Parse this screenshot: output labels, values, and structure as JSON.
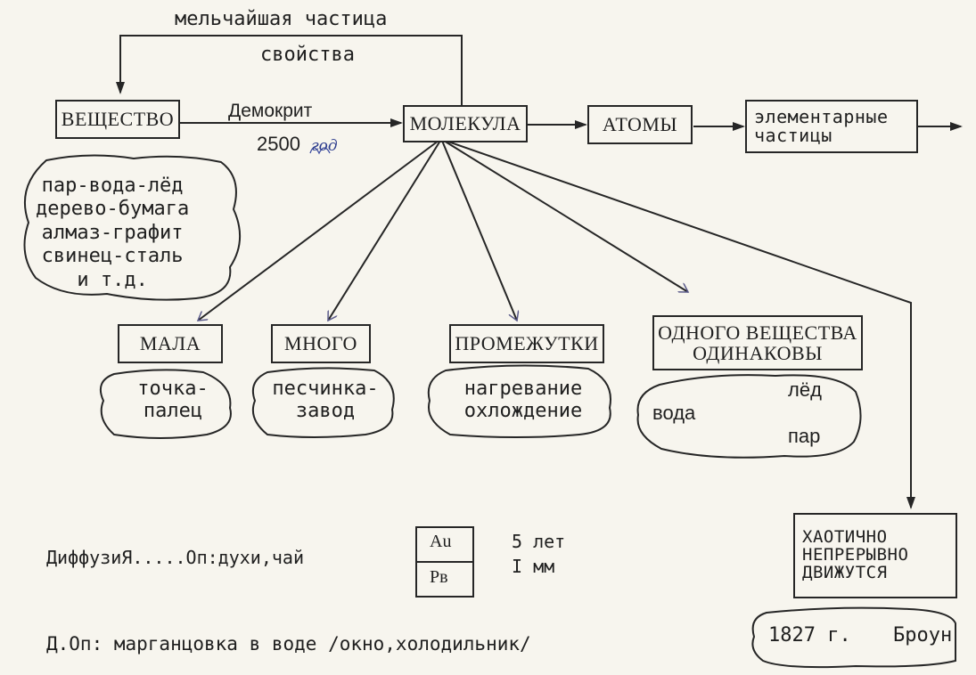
{
  "top_loop": {
    "line1": "мельчайшая частица",
    "line2": "свойства"
  },
  "edge_label": {
    "name": "Демокрит",
    "year": "2500",
    "year_note": "год"
  },
  "boxes": {
    "substance": "ВЕЩЕСТВО",
    "molecule": "МОЛЕКУЛА",
    "atoms": "АТОМЫ",
    "elementary": [
      "элементарные",
      "частицы"
    ],
    "small": "МАЛА",
    "many": "МНОГО",
    "gaps": "ПРОМЕЖУТКИ",
    "same": [
      "ОДНОГО ВЕЩЕСТВА",
      "ОДИНАКОВЫ"
    ],
    "chaotic": [
      "ХАОТИЧНО",
      "НЕПРЕРЫВНО",
      "ДВИЖУТСЯ"
    ]
  },
  "clouds": {
    "examples": [
      "пар-вода-лёд",
      "дерево-бумага",
      "алмаз-графит",
      "свинец-сталь",
      "и т.д."
    ],
    "small": [
      "точка-",
      "палец"
    ],
    "many": [
      "песчинка-",
      "завод"
    ],
    "gaps": [
      "нагревание",
      "охлождение"
    ],
    "water": {
      "source": "вода",
      "ice": "лёд",
      "steam": "пар"
    },
    "brown": {
      "year": "1827 г.",
      "name": "Броун"
    }
  },
  "diffusion": {
    "label": "ДиффузиЯ.....Оп:духи,чай",
    "table": [
      "Au",
      "Pв"
    ],
    "time": "5 лет",
    "distance": "I мм"
  },
  "extra_experiment": "Д.Оп: марганцовка в воде /окно,холодильник/"
}
